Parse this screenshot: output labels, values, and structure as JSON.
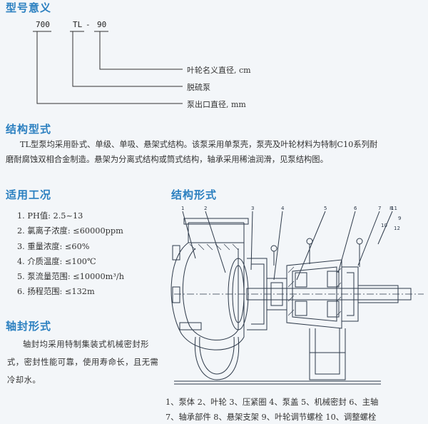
{
  "model_meaning": {
    "heading": "型号意义",
    "code_parts": [
      "700",
      "TL",
      "-",
      "90"
    ],
    "meanings": [
      "叶轮名义直径, cm",
      "脱硫泵",
      "泵出口直径, mm"
    ]
  },
  "structure_type": {
    "heading": "结构型式",
    "paragraph_lines": [
      "TL型泵均采用卧式、单级、单吸、悬架式结构。该泵采用单泵壳，泵壳及叶轮材料为特制C10系列耐",
      "磨耐腐蚀双相合金制造。悬架为分离式结构或筒式结构，轴承采用稀油润滑，见泵结构图。"
    ]
  },
  "conditions": {
    "heading": "适用工况",
    "items": [
      "1. PH值: 2.5~13",
      "2. 氯离子浓度: ≤60000ppm",
      "3. 重量浓度: ≤60%",
      "4. 介质温度: ≤100℃",
      "5. 泵流量范围: ≤10000m³/h",
      "6. 扬程范围: ≤132m"
    ]
  },
  "shaft_seal": {
    "heading": "轴封形式",
    "text": "轴封均采用特制集装式机械密封形式，密封性能可靠，使用寿命长，且无需冷却水。"
  },
  "structure_form": {
    "heading": "结构形式",
    "callout_numbers": [
      "1",
      "2",
      "3",
      "4",
      "5",
      "6",
      "7",
      "8",
      "9",
      "10",
      "11",
      "12"
    ],
    "legend_lines": [
      "1、泵体  2、叶轮  3、压紧圈  4、泵盖  5、机械密封  6、主轴",
      "7、轴承部件  8、悬架支架  9、叶轮调节螺栓  10、调整螺栓"
    ]
  },
  "colors": {
    "heading": "#2a7fc0",
    "text": "#333333",
    "background": "#f3f6f9"
  }
}
